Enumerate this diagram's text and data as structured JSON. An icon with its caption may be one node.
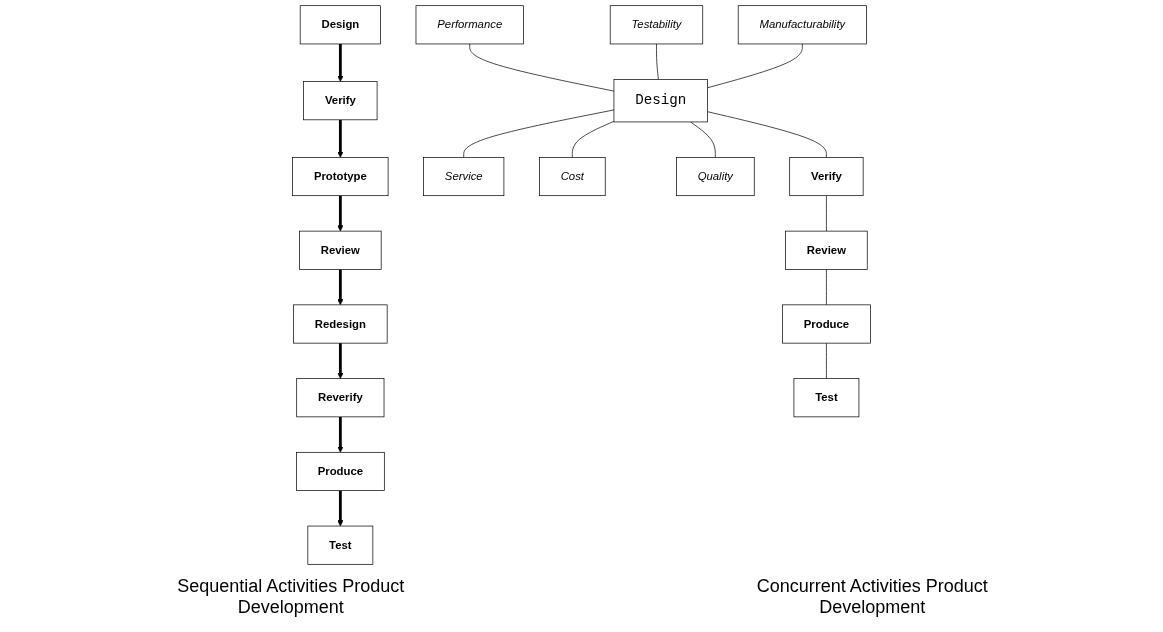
{
  "diagram": {
    "nodes": [
      {
        "text": [
          "Design"
        ]
      },
      {
        "text": [
          "Verify"
        ]
      },
      {
        "text": [
          "Prototype"
        ]
      },
      {
        "text": [
          "Review"
        ]
      },
      {
        "text": [
          "Redesign"
        ]
      },
      {
        "text": [
          "Reverify"
        ]
      },
      {
        "text": [
          "Produce"
        ]
      },
      {
        "text": [
          "Test"
        ]
      },
      {
        "text": [
          "Design"
        ]
      },
      {
        "text": [
          "Performance"
        ]
      },
      {
        "text": [
          "Testability"
        ]
      },
      {
        "text": [
          "Manufacturability"
        ]
      },
      {
        "text": [
          "Service"
        ]
      },
      {
        "text": [
          "Cost"
        ]
      },
      {
        "text": [
          "Quality"
        ]
      },
      {
        "text": [
          "Verify"
        ]
      },
      {
        "text": [
          "Review"
        ]
      },
      {
        "text": [
          "Produce"
        ]
      },
      {
        "text": [
          "Test"
        ]
      }
    ],
    "edges": [
      {
        "from": 0,
        "to": 1,
        "arrow": "to",
        "style": "thick"
      },
      {
        "from": 1,
        "to": 2,
        "arrow": "to",
        "style": "thick"
      },
      {
        "from": 2,
        "to": 3,
        "arrow": "to",
        "style": "thick"
      },
      {
        "from": 3,
        "to": 4,
        "arrow": "to",
        "style": "thick"
      },
      {
        "from": 4,
        "to": 5,
        "arrow": "to",
        "style": "thick"
      },
      {
        "from": 5,
        "to": 6,
        "arrow": "to",
        "style": "thick"
      },
      {
        "from": 6,
        "to": 7,
        "arrow": "to",
        "style": "thick"
      },
      {
        "from": 9,
        "to": 8,
        "arrow": "none"
      },
      {
        "from": 10,
        "to": 8,
        "arrow": "none"
      },
      {
        "from": 11,
        "to": 8,
        "arrow": "none"
      },
      {
        "from": 8,
        "to": 12,
        "arrow": "none"
      },
      {
        "from": 8,
        "to": 13,
        "arrow": "none"
      },
      {
        "from": 8,
        "to": 14,
        "arrow": "none"
      },
      {
        "from": 8,
        "to": 15,
        "arrow": "none"
      },
      {
        "from": 15,
        "to": 16,
        "arrow": "none"
      },
      {
        "from": 16,
        "to": 17,
        "arrow": "none"
      },
      {
        "from": 17,
        "to": 18,
        "arrow": "none"
      }
    ],
    "labels": [
      "Sequential Activities Product Development",
      "Concurrent Activities Product Development"
    ]
  }
}
